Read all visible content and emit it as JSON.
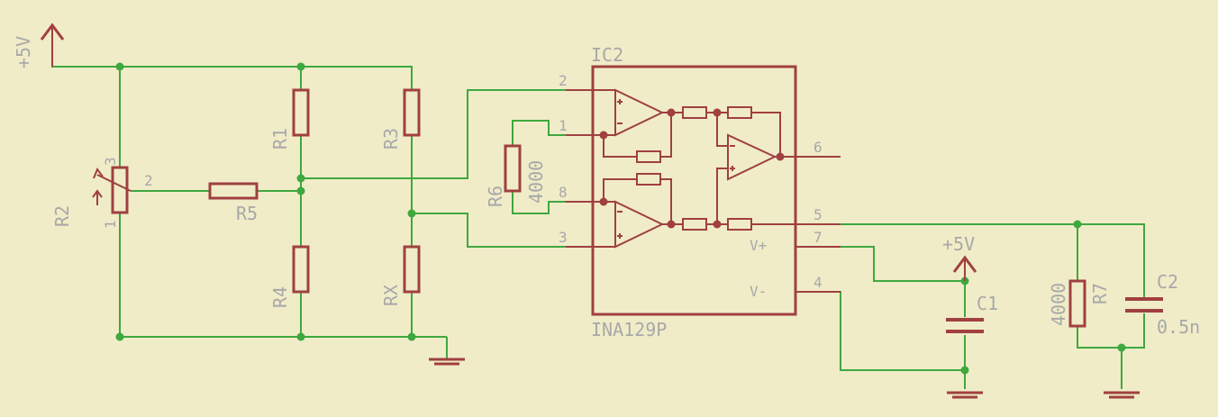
{
  "labels": {
    "supply_left": "+5V",
    "supply_mid": "+5V",
    "r1": "R1",
    "r2": "R2",
    "r3": "R3",
    "r4": "R4",
    "r5": "R5",
    "rx": "RX",
    "r6": "R6",
    "r6_value": "4000",
    "r7": "R7",
    "r7_value": "4000",
    "c1": "C1",
    "c2": "C2",
    "c2_value": "0.5n",
    "ic_name": "IC2",
    "ic_part": "INA129P",
    "vplus": "V+",
    "vminus": "V-"
  },
  "pins": {
    "pot_1": "1",
    "pot_2": "2",
    "pot_3": "3",
    "ic_2": "2",
    "ic_1": "1",
    "ic_8": "8",
    "ic_3": "3",
    "ic_6": "6",
    "ic_5": "5",
    "ic_7": "7",
    "ic_4": "4"
  },
  "colors": {
    "background": "#f0ecc8",
    "net": "#3fa83f",
    "part": "#a04040",
    "text": "#a8a8a8"
  }
}
